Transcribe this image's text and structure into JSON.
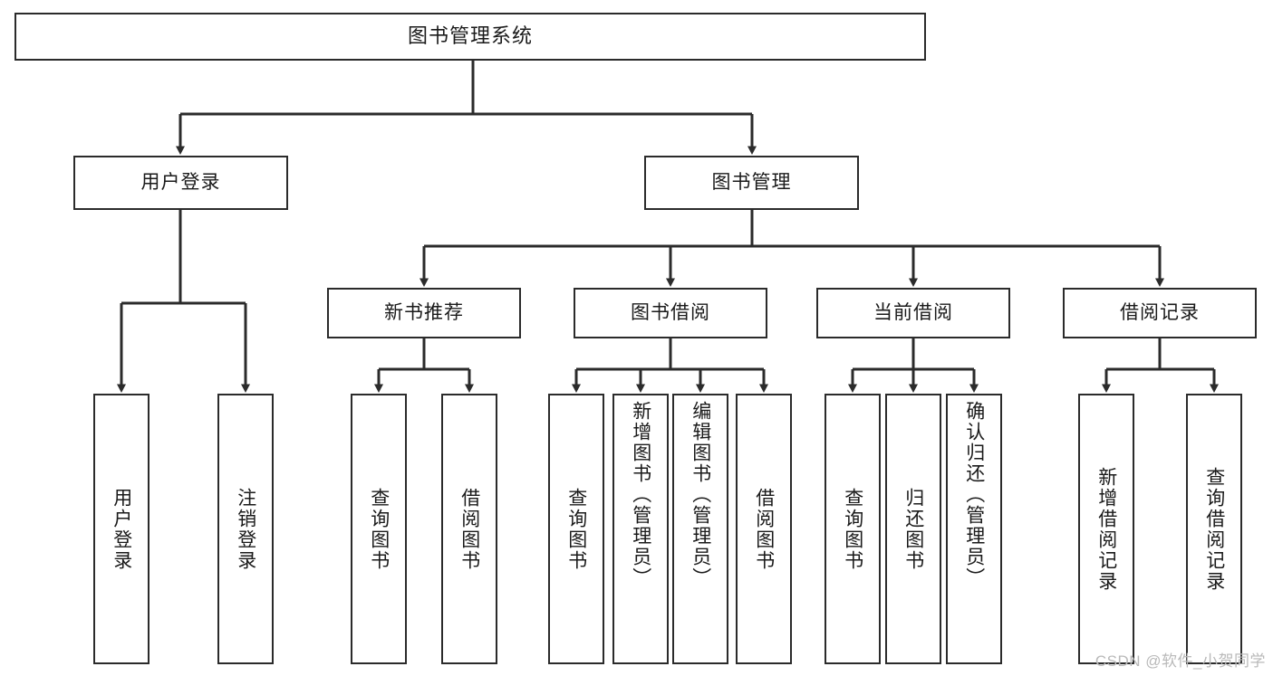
{
  "diagram": {
    "title": "图书管理系统",
    "type": "tree",
    "orientation": "top-down",
    "colors": {
      "stroke": "#2b2b2b",
      "fill": "#ffffff",
      "text": "#1a1a1a",
      "watermark": "#b9b9b9"
    }
  },
  "watermark": "CSDN @软件_小贺同学",
  "nodes": {
    "root": {
      "label": "图书管理系统",
      "level": 0
    },
    "level1": [
      {
        "id": "user-login",
        "label": "用户登录"
      },
      {
        "id": "book-manage",
        "label": "图书管理"
      }
    ],
    "level2": [
      {
        "id": "new-book-rec",
        "label": "新书推荐",
        "parent": "book-manage"
      },
      {
        "id": "book-borrow",
        "label": "图书借阅",
        "parent": "book-manage"
      },
      {
        "id": "current-borrow",
        "label": "当前借阅",
        "parent": "book-manage"
      },
      {
        "id": "borrow-record",
        "label": "借阅记录",
        "parent": "book-manage"
      }
    ],
    "leaves": {
      "user-login": [
        {
          "id": "leaf-user-login",
          "label": "用户登录"
        },
        {
          "id": "leaf-logout",
          "label": "注销登录"
        }
      ],
      "new-book-rec": [
        {
          "id": "leaf-query-book-1",
          "label": "查询图书"
        },
        {
          "id": "leaf-borrow-book-1",
          "label": "借阅图书"
        }
      ],
      "book-borrow": [
        {
          "id": "leaf-query-book-2",
          "label": "查询图书"
        },
        {
          "id": "leaf-add-book",
          "label": "新增图书（管理员）"
        },
        {
          "id": "leaf-edit-book",
          "label": "编辑图书（管理员）"
        },
        {
          "id": "leaf-borrow-book-2",
          "label": "借阅图书"
        }
      ],
      "current-borrow": [
        {
          "id": "leaf-query-book-3",
          "label": "查询图书"
        },
        {
          "id": "leaf-return-book",
          "label": "归还图书"
        },
        {
          "id": "leaf-confirm-return",
          "label": "确认归还（管理员）"
        }
      ],
      "borrow-record": [
        {
          "id": "leaf-add-record",
          "label": "新增借阅记录"
        },
        {
          "id": "leaf-query-record",
          "label": "查询借阅记录"
        }
      ]
    }
  }
}
